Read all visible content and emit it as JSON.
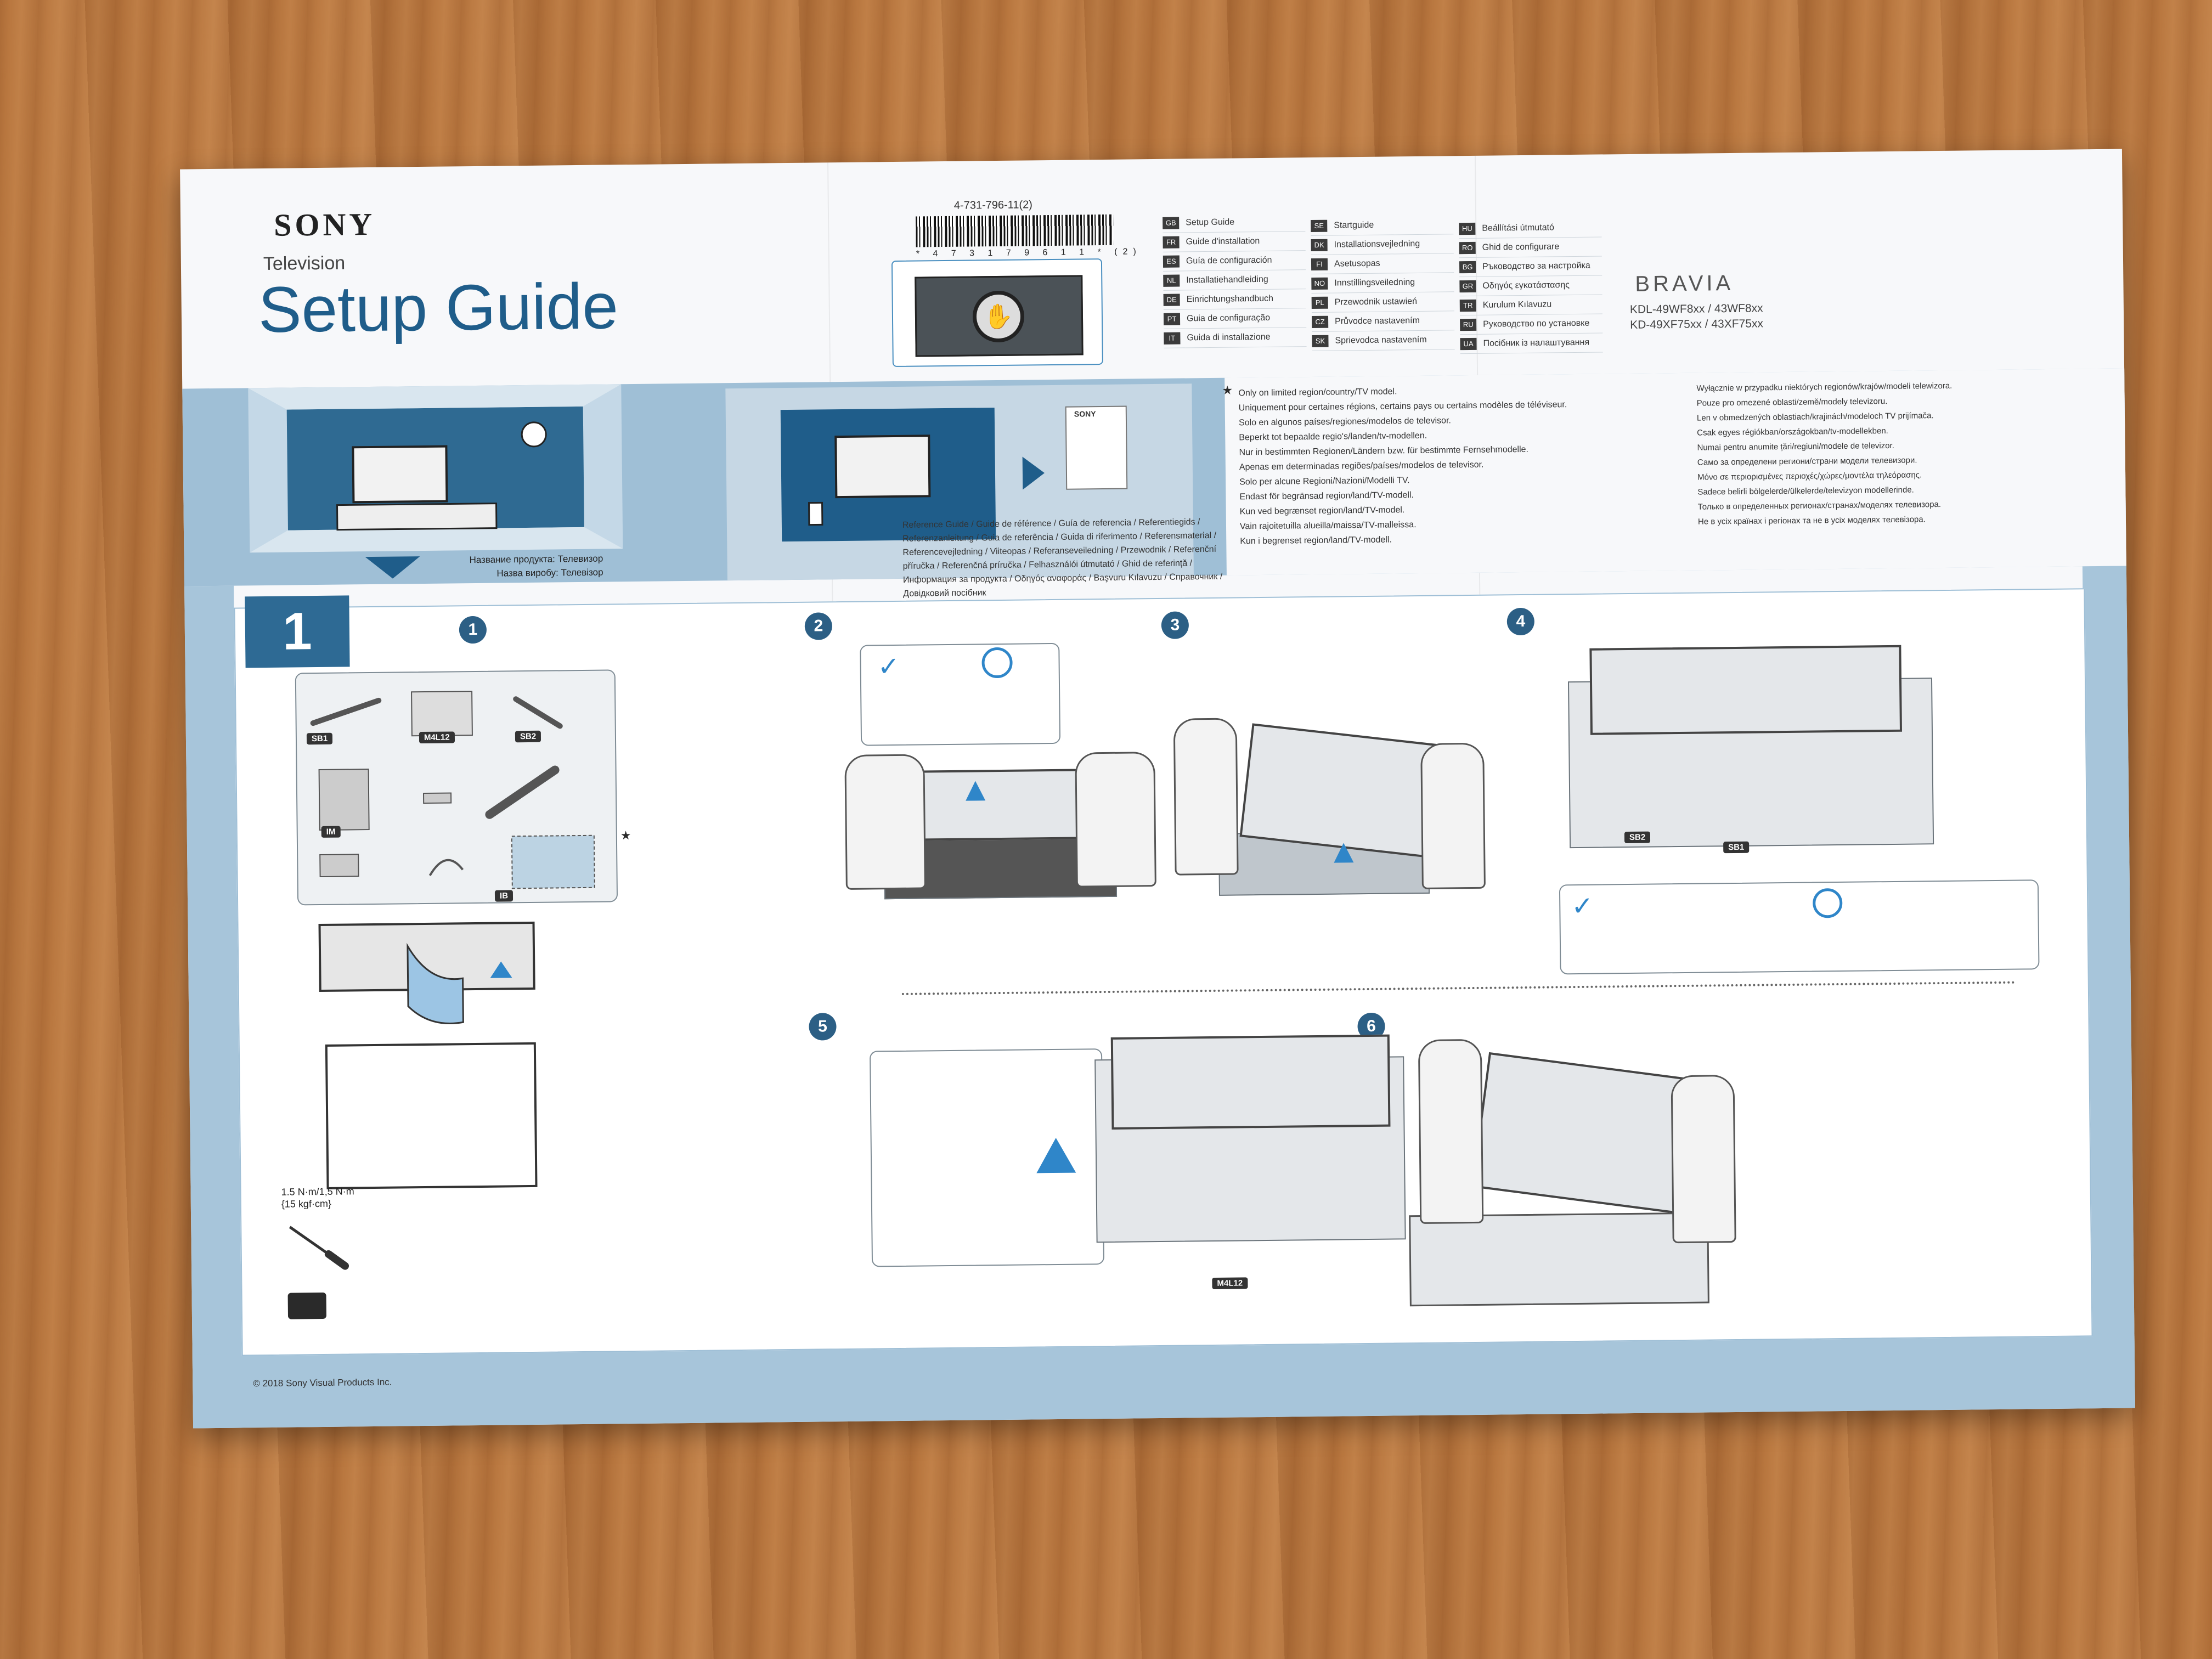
{
  "header": {
    "brand": "SONY",
    "category": "Television",
    "title": "Setup Guide",
    "part_number": "4-731-796-11(2)",
    "barcode_text": "* 4 7 3 1 7 9 6 1 1 * (2)",
    "product_brand": "BRAVIA",
    "models": [
      "KDL-49WF8xx / 43WF8xx",
      "KD-49XF75xx / 43XF75xx"
    ]
  },
  "languages": {
    "col1": [
      {
        "code": "GB",
        "label": "Setup Guide"
      },
      {
        "code": "FR",
        "label": "Guide d'installation"
      },
      {
        "code": "ES",
        "label": "Guía de configuración"
      },
      {
        "code": "NL",
        "label": "Installatiehandleiding"
      },
      {
        "code": "DE",
        "label": "Einrichtungshandbuch"
      },
      {
        "code": "PT",
        "label": "Guia de configuração"
      },
      {
        "code": "IT",
        "label": "Guida di installazione"
      }
    ],
    "col2": [
      {
        "code": "SE",
        "label": "Startguide"
      },
      {
        "code": "DK",
        "label": "Installationsvejledning"
      },
      {
        "code": "FI",
        "label": "Asetusopas"
      },
      {
        "code": "NO",
        "label": "Innstillingsveiledning"
      },
      {
        "code": "PL",
        "label": "Przewodnik ustawień"
      },
      {
        "code": "CZ",
        "label": "Průvodce nastavením"
      },
      {
        "code": "SK",
        "label": "Sprievodca nastavením"
      }
    ],
    "col3": [
      {
        "code": "HU",
        "label": "Beállítási útmutató"
      },
      {
        "code": "RO",
        "label": "Ghid de configurare"
      },
      {
        "code": "BG",
        "label": "Ръководство за настройка"
      },
      {
        "code": "GR",
        "label": "Οδηγός εγκατάστασης"
      },
      {
        "code": "TR",
        "label": "Kurulum Kılavuzu"
      },
      {
        "code": "RU",
        "label": "Руководство по установке"
      },
      {
        "code": "UA",
        "label": "Посібник із налаштування"
      }
    ]
  },
  "notes": {
    "star": "★",
    "col1": [
      "Only on limited region/country/TV model.",
      "Uniquement pour certaines régions, certains pays ou certains modèles de téléviseur.",
      "Solo en algunos países/regiones/modelos de televisor.",
      "Beperkt tot bepaalde regio's/landen/tv-modellen.",
      "Nur in bestimmten Regionen/Ländern bzw. für bestimmte Fernsehmodelle.",
      "Apenas em determinadas regiões/países/modelos de televisor.",
      "Solo per alcune Regioni/Nazioni/Modelli TV.",
      "Endast för begränsad region/land/TV-modell.",
      "Kun ved begrænset region/land/TV-model.",
      "Vain rajoitetuilla alueilla/maissa/TV-malleissa.",
      "Kun i begrenset region/land/TV-modell."
    ],
    "col2": [
      "Wyłącznie w przypadku niektórych regionów/krajów/modeli telewizora.",
      "Pouze pro omezené oblasti/země/modely televizoru.",
      "Len v obmedzených oblastiach/krajinách/modeloch TV prijímača.",
      "Csak egyes régiókban/országokban/tv-modellekben.",
      "Numai pentru anumite țări/regiuni/modele de televizor.",
      "Само за определени региони/страни модели телевизори.",
      "Μόνο σε περιορισμένες περιοχές/χώρες/μοντέλα τηλεόρασης.",
      "Sadece belirli bölgelerde/ülkelerde/televizyon modellerinde.",
      "Только в определенных регионах/странах/моделях телевизора.",
      "Не в усіх країнах і регіонах та не в усіх моделях телевізора."
    ]
  },
  "reference": "Reference Guide / Guide de référence / Guía de referencia / Referentiegids / Referenzanleitung / Guia de referência / Guida di riferimento / Referensmaterial / Referencevejledning / Viiteopas / Referanseveiledning / Przewodnik / Referenční příručka / Referenčná príručka / Felhasználói útmutató / Ghid de referință / Информация за продукта / Οδηγός αναφοράς / Başvuru Kılavuzu / Справочник / Довідковий посібник",
  "reference_booklet": "SONY",
  "product_name": [
    "Название продукта: Телевизор",
    "Назва виробу: Телевізор"
  ],
  "step_main": "1",
  "steps": [
    "1",
    "2",
    "3",
    "4",
    "5",
    "6"
  ],
  "parts": {
    "sb1": "SB1",
    "m4l12": "M4L12",
    "sb2": "SB2",
    "im": "IM",
    "ib": "IB",
    "star": "★"
  },
  "torque": [
    "1.5 N·m/1,5 N·m",
    "{15 kgf·cm}"
  ],
  "step4_labels": [
    "SB2",
    "SB1"
  ],
  "step5_label": "M4L12",
  "copyright": "© 2018 Sony Visual Products Inc."
}
